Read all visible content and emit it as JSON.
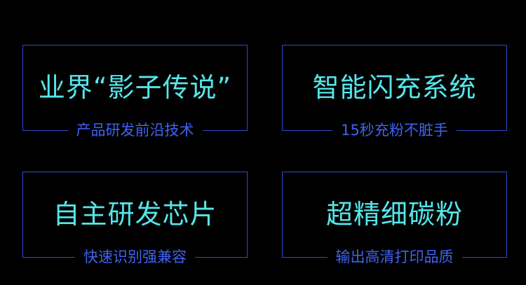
{
  "colors": {
    "background": "#000000",
    "border": "#2f4cc9",
    "title": "#55e6ea",
    "subtitle": "#3f63f0"
  },
  "cards": [
    {
      "title": "业界“影子传说”",
      "subtitle": "产品研发前沿技术"
    },
    {
      "title": "智能闪充系统",
      "subtitle": "15秒充粉不脏手"
    },
    {
      "title": "自主研发芯片",
      "subtitle": "快速识别强兼容"
    },
    {
      "title": "超精细碳粉",
      "subtitle": "输出高清打印品质"
    }
  ]
}
